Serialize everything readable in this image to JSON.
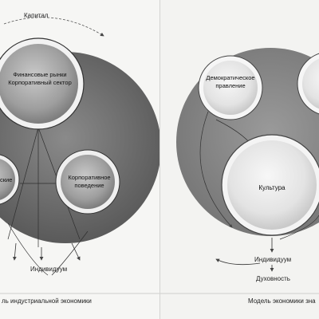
{
  "left": {
    "top_label": "Капитал",
    "circle_main_line1": "Финансовые рынки",
    "circle_main_line2": "Корпоративный сектор",
    "circle_partial_label": "ские",
    "circle_right_line1": "Корпоративное",
    "circle_right_line2": "поведение",
    "bottom_label": "Индивидуум",
    "caption": "ль индустриальной экономики"
  },
  "right": {
    "circle_top_line1": "Демократическое",
    "circle_top_line2": "правление",
    "circle_bottom_label": "Культура",
    "label_individual": "Индивидуум",
    "label_spirituality": "Духовность",
    "caption": "Модель экономики зна"
  }
}
